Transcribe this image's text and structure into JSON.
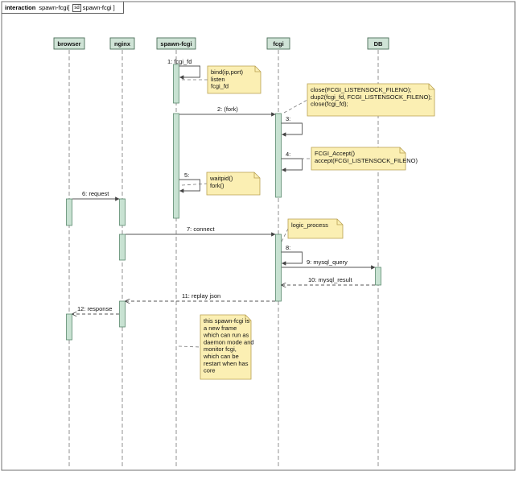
{
  "frame": {
    "keyword": "interaction",
    "name": "spawn-fcgi",
    "ref": "spawn-fcgi"
  },
  "lifelines": [
    {
      "id": "browser",
      "label": "browser"
    },
    {
      "id": "nginx",
      "label": "nginx"
    },
    {
      "id": "spawn",
      "label": "spawn-fcgi"
    },
    {
      "id": "fcgi",
      "label": "fcgi"
    },
    {
      "id": "db",
      "label": "DB"
    }
  ],
  "messages": [
    {
      "id": "m1",
      "label": "1:  fcgi_fd",
      "from": "spawn",
      "to": "spawn",
      "kind": "self"
    },
    {
      "id": "m2",
      "label": "2:  (fork)",
      "from": "spawn",
      "to": "fcgi",
      "kind": "sync"
    },
    {
      "id": "m3",
      "label": "3:",
      "from": "fcgi",
      "to": "fcgi",
      "kind": "self"
    },
    {
      "id": "m4",
      "label": "4:",
      "from": "fcgi",
      "to": "fcgi",
      "kind": "self"
    },
    {
      "id": "m5",
      "label": "5:",
      "from": "spawn",
      "to": "spawn",
      "kind": "self"
    },
    {
      "id": "m6",
      "label": "6:  request",
      "from": "browser",
      "to": "nginx",
      "kind": "sync"
    },
    {
      "id": "m7",
      "label": "7:  connect",
      "from": "nginx",
      "to": "fcgi",
      "kind": "sync"
    },
    {
      "id": "m8",
      "label": "8:",
      "from": "fcgi",
      "to": "fcgi",
      "kind": "self"
    },
    {
      "id": "m9",
      "label": "9:  mysql_query",
      "from": "fcgi",
      "to": "db",
      "kind": "sync"
    },
    {
      "id": "m10",
      "label": "10:  mysql_result",
      "from": "db",
      "to": "fcgi",
      "kind": "reply"
    },
    {
      "id": "m11",
      "label": "11:  replay json",
      "from": "fcgi",
      "to": "nginx",
      "kind": "reply"
    },
    {
      "id": "m12",
      "label": "12:  response",
      "from": "nginx",
      "to": "browser",
      "kind": "reply"
    }
  ],
  "notes": [
    {
      "id": "note-bind",
      "lines": [
        "bind(ip,port)",
        "listen",
        "fcgi_fd"
      ]
    },
    {
      "id": "note-close",
      "lines": [
        "close(FCGI_LISTENSOCK_FILENO);",
        "dup2(fcgi_fd, FCGI_LISTENSOCK_FILENO);",
        "close(fcgi_fd);"
      ]
    },
    {
      "id": "note-accept",
      "lines": [
        "FCGI_Accept()",
        "accept(FCGI_LISTENSOCK_FILENO)"
      ]
    },
    {
      "id": "note-waitpid",
      "lines": [
        "waitpid()",
        "fork()"
      ]
    },
    {
      "id": "note-logic",
      "lines": [
        "logic_process"
      ]
    },
    {
      "id": "note-daemon",
      "lines": [
        "this spawn-fcgi is",
        "a new frame",
        "which can run as",
        "daemon mode and",
        "monitor fcgi,",
        "which can be",
        "restart when has",
        "core"
      ]
    }
  ],
  "colors": {
    "head_fill": "#cfe3d6",
    "head_border": "#4a6e58",
    "activation_fill": "#c8e2d2",
    "activation_border": "#5b8a6e",
    "note_fill": "#fbefb3",
    "note_border": "#b9a050",
    "line": "#555555"
  }
}
